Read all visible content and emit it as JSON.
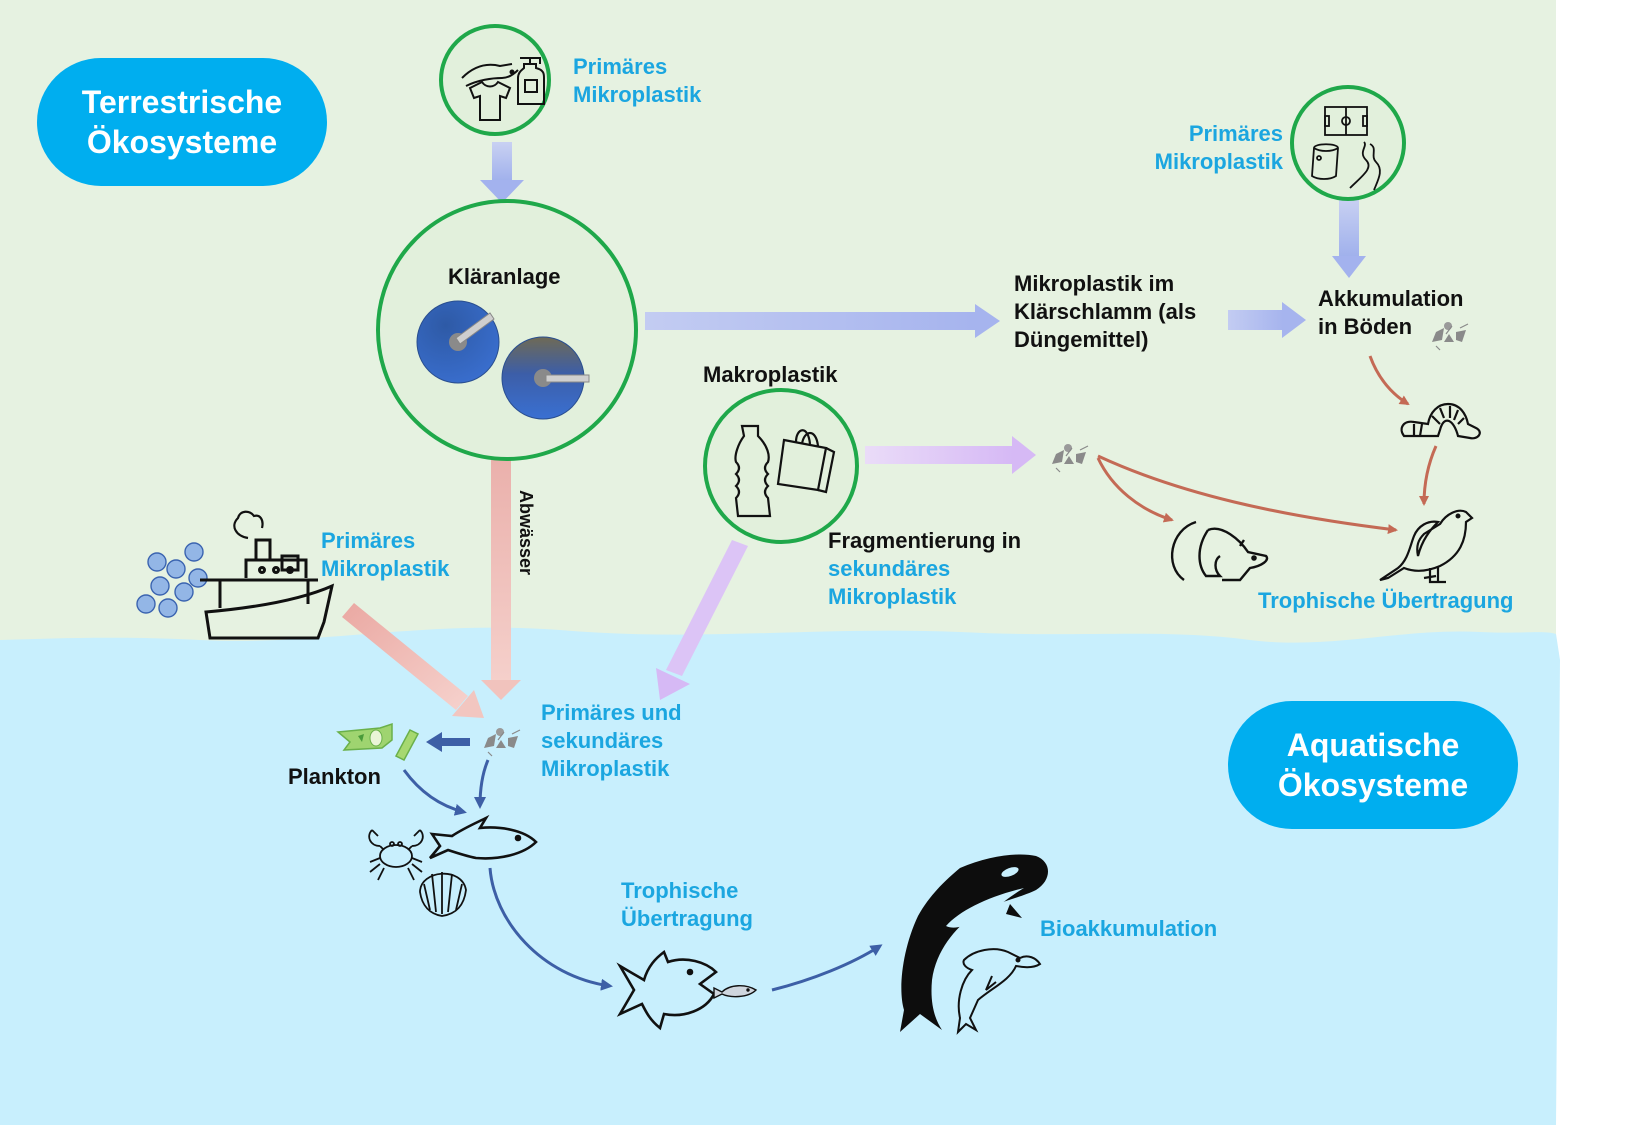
{
  "colors": {
    "land_bg": "#e6f2e1",
    "water_bg": "#c8effd",
    "pill_bg": "#00aeef",
    "circle_stroke": "#1fa84a",
    "label_blue": "#1ba6e0",
    "arrow_blue_light": "#a9b6ee",
    "arrow_pink": "#eeb5b0",
    "arrow_purple": "#d8bcf5",
    "arrow_red": "#c46a55",
    "arrow_navy": "#3d5fa6"
  },
  "zones": {
    "terrestrial": [
      "Terrestrische",
      "Ökosysteme"
    ],
    "aquatic": [
      "Aquatische",
      "Ökosysteme"
    ]
  },
  "labels": {
    "primary_top": [
      "Primäres",
      "Mikroplastik"
    ],
    "primary_right": [
      "Primäres",
      "Mikroplastik"
    ],
    "primary_ship": [
      "Primäres",
      "Mikroplastik"
    ],
    "wastewater_plant": "Kläranlage",
    "sludge": [
      "Mikroplastik im",
      "Klärschlamm (als",
      "Düngemittel)"
    ],
    "soil_accumulation": [
      "Akkumulation",
      "in Böden"
    ],
    "macroplastic": "Makroplastik",
    "fragmentation": [
      "Fragmentierung in",
      "sekundäres",
      "Mikroplastik"
    ],
    "trophic_land": "Trophische Übertragung",
    "wastewater": "Abwässer",
    "primary_secondary": [
      "Primäres und",
      "sekundäres",
      "Mikroplastik"
    ],
    "plankton": "Plankton",
    "trophic_water": [
      "Trophische",
      "Übertragung"
    ],
    "bioaccumulation": "Bioakkumulation"
  }
}
